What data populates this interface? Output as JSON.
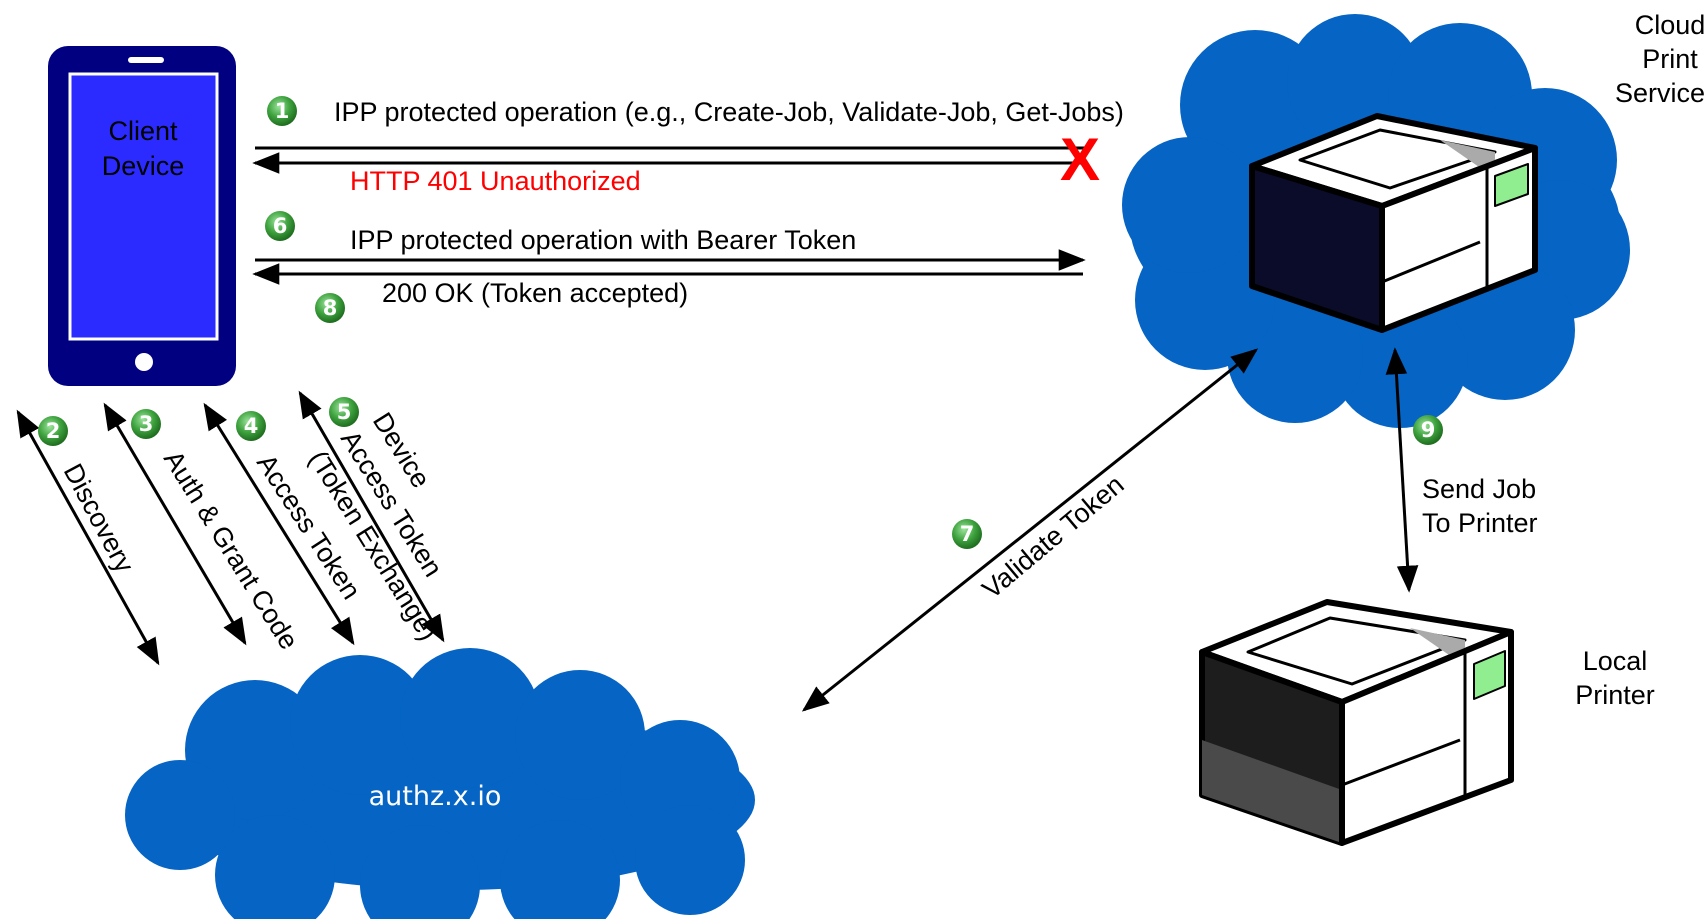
{
  "colors": {
    "device_fill": "#2b2bff",
    "device_frame": "#000080",
    "cloud_blue": "#0564c4",
    "badge_green": "#3fa33f",
    "error_red": "#ff0000",
    "arrow": "#000000",
    "display_green": "#90ee90"
  },
  "icons": {
    "client": "smartphone-icon",
    "cloud_printer": "printer-icon",
    "local_printer": "printer-icon",
    "auth_server": "cloud-icon",
    "failure": "x-mark-icon"
  },
  "nodes": {
    "client_device": {
      "line1": "Client",
      "line2": "Device"
    },
    "cloud_print_service": {
      "line1": "Cloud",
      "line2": "Print",
      "line3": "Service"
    },
    "local_printer": {
      "line1": "Local",
      "line2": "Printer"
    },
    "authz_server": {
      "label": "authz.x.io"
    }
  },
  "steps": {
    "s1": {
      "number": "1",
      "text": "IPP protected operation (e.g., Create-Job, Validate-Job, Get-Jobs)"
    },
    "s1_response": {
      "text": "HTTP 401 Unauthorized",
      "mark": "X"
    },
    "s2": {
      "number": "2",
      "text": "Discovery"
    },
    "s3": {
      "number": "3",
      "text": "Auth & Grant Code"
    },
    "s4": {
      "number": "4",
      "text": "Access Token"
    },
    "s5": {
      "number": "5",
      "line1": "Device",
      "line2": "Access Token",
      "line3": "(Token Exchange)"
    },
    "s6": {
      "number": "6",
      "text": "IPP protected operation with Bearer Token"
    },
    "s7": {
      "number": "7",
      "text": "Validate Token"
    },
    "s8": {
      "number": "8",
      "text": "200 OK  (Token accepted)"
    },
    "s9": {
      "number": "9",
      "line1": "Send Job",
      "line2": "To Printer"
    }
  }
}
